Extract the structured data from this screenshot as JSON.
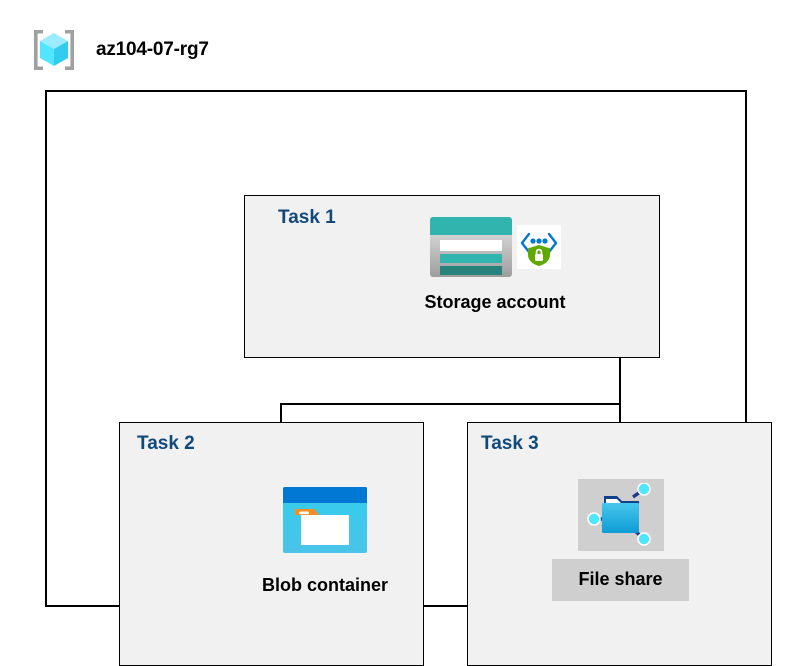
{
  "header": {
    "icon": "resource-group-icon",
    "title": "az104-07-rg7"
  },
  "colors": {
    "task_label": "#11497b",
    "box_fill": "#f1f1f1",
    "border": "#000000",
    "highlight": "#cfcfcf",
    "storage_teal": "#31b4ad",
    "storage_teal_dark": "#27827c",
    "blob_blue": "#0078d4",
    "blob_cyan": "#32cdee",
    "blob_orange": "#f78d1e",
    "fileshare_blue": "#32bbe6",
    "fileshare_node": "#50e6ff",
    "identity_green": "#5fa900",
    "identity_blue": "#0078d4",
    "cube_light": "#9cebff",
    "cube_mid": "#50e6ff",
    "cube_dark": "#32cdee",
    "bracket_gray": "#a0a0a0"
  },
  "diagram": {
    "type": "hierarchy",
    "root": "az104-07-rg7",
    "tasks": [
      {
        "id": "task-1",
        "label": "Task 1",
        "node": {
          "caption": "Storage account",
          "icons": [
            "storage-account-icon",
            "managed-identity-icon"
          ],
          "highlighted": false
        }
      },
      {
        "id": "task-2",
        "label": "Task 2",
        "node": {
          "caption": "Blob container",
          "icons": [
            "blob-container-icon"
          ],
          "highlighted": false
        }
      },
      {
        "id": "task-3",
        "label": "Task 3",
        "node": {
          "caption": "File share",
          "icons": [
            "file-share-icon"
          ],
          "highlighted": true
        }
      }
    ],
    "connections": [
      {
        "from": "task-1",
        "to": "task-2"
      },
      {
        "from": "task-1",
        "to": "task-3"
      }
    ]
  }
}
